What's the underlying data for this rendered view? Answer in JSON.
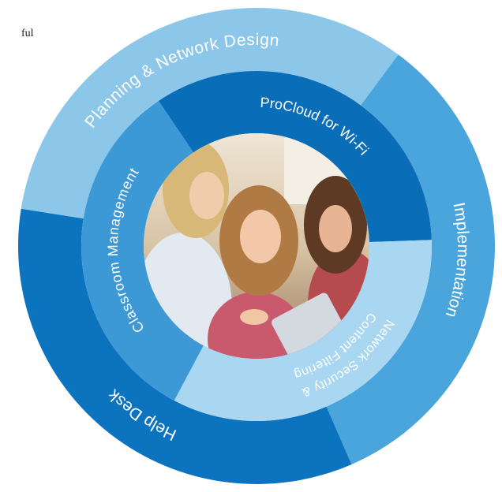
{
  "partial_text": "ful",
  "label_color": "#ffffff",
  "outer_ring": [
    {
      "label": "Planning & Network Design",
      "color": "#8cc7ea"
    },
    {
      "label": "Implementation",
      "color": "#4aa5dc"
    },
    {
      "label": "Help Desk",
      "color": "#0c74bf"
    }
  ],
  "inner_ring": [
    {
      "label": "ProCloud for Wi-Fi",
      "color": "#0a6db8"
    },
    {
      "label_lines": [
        "Network Security &",
        "Content Filtering"
      ],
      "color": "#a9d6f1"
    },
    {
      "label": "Classroom Management",
      "color": "#3d99d5"
    }
  ]
}
